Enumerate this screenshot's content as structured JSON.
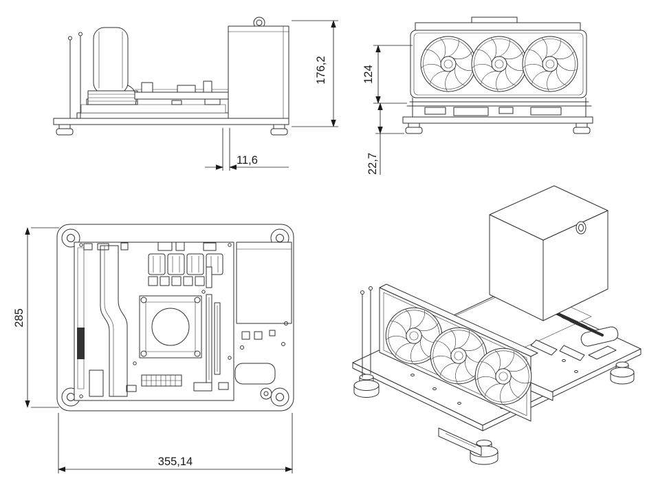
{
  "colors": {
    "background": "#ffffff",
    "line": "#2f2f2f",
    "dimension": "#1a1a1a"
  },
  "dimensions": {
    "side_overall_height": "176,2",
    "side_horizontal_offset": "11,6",
    "gpu_assembly_height": "124",
    "base_assembly_height": "22,7",
    "plate_depth": "285",
    "plate_width": "355,14"
  }
}
